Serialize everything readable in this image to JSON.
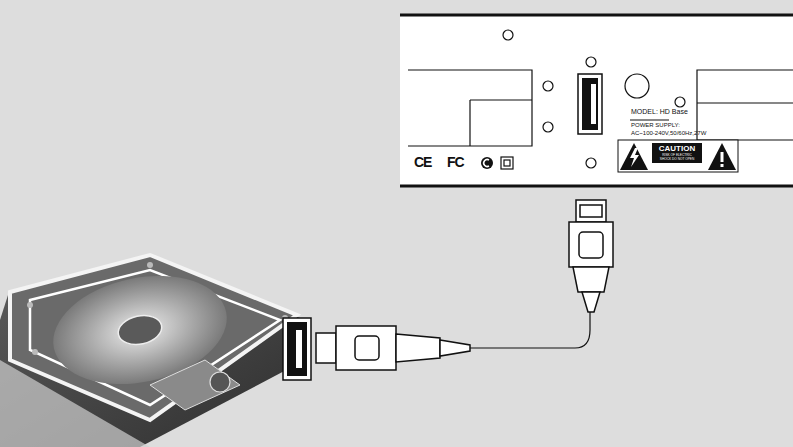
{
  "diagram": {
    "nodes": [
      {
        "text": [
          "CAUTION",
          "RISK OF ELECTRIC SHOCK DO NOT OPEN"
        ]
      }
    ],
    "labels": [
      "MODEL: HD Base",
      "POWER SUPPLY:",
      "AC~100-240V,50/60Hz,27W",
      "CE",
      "FC"
    ]
  }
}
